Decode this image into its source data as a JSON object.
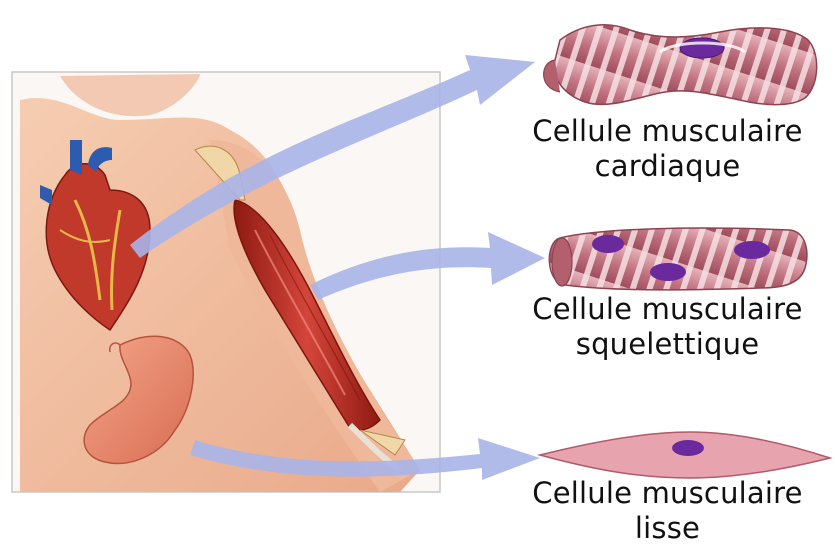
{
  "labels": {
    "cardiac": {
      "line1": "Cellule musculaire",
      "line2": "cardiaque"
    },
    "skeletal": {
      "line1": "Cellule musculaire",
      "line2": "squelettique"
    },
    "smooth": {
      "line1": "Cellule musculaire",
      "line2": "lisse"
    }
  },
  "colors": {
    "arrow": "#a9b4e8",
    "skin": "#f2c2a4",
    "muscle": "#c0392b",
    "cell_body": "#c97883",
    "cell_stripe": "#f4dde0",
    "nucleus": "#6a2a9e",
    "photo_border": "#c8c8c8"
  }
}
